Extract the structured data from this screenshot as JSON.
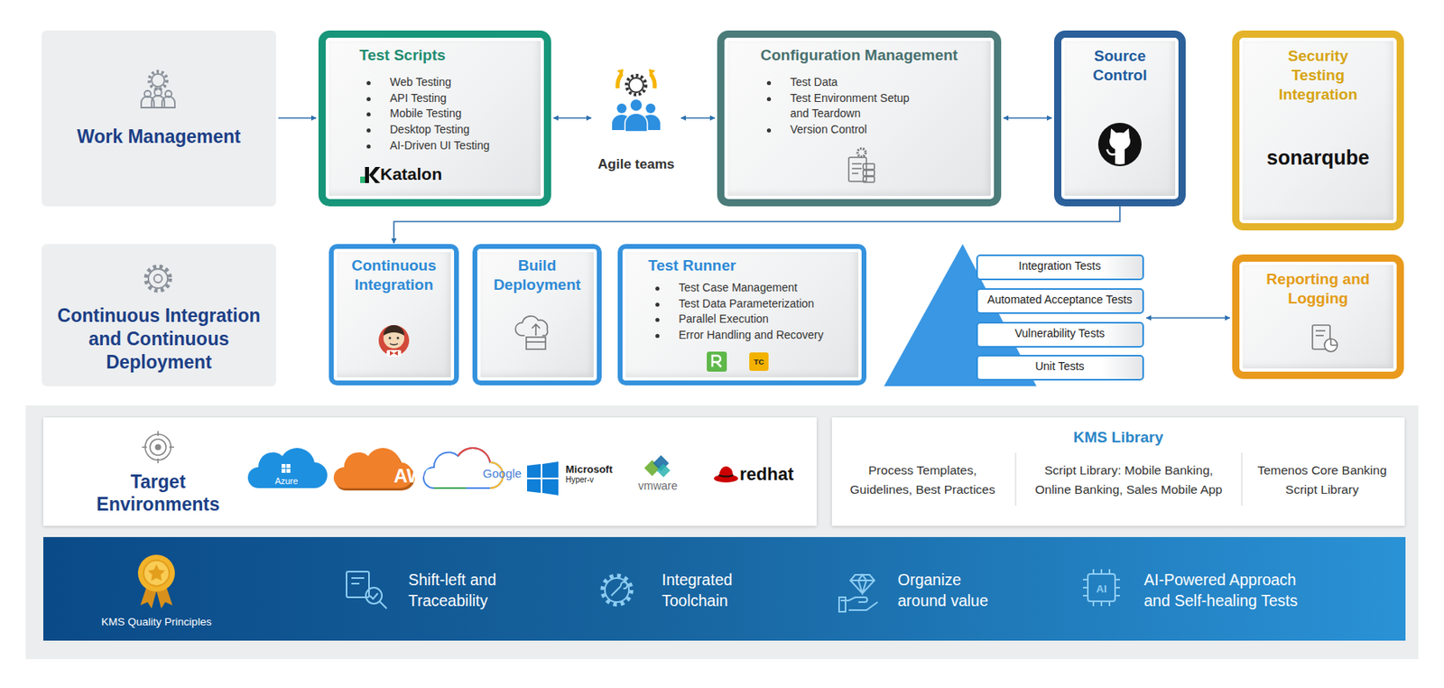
{
  "diagram": {
    "nodes": [
      {
        "text": [
          "Work Management"
        ]
      },
      {
        "text": [
          "Test Scripts",
          "Web Testing",
          "API Testing",
          "Mobile Testing",
          "Desktop Testing",
          "AI-Driven UI Testing",
          "Katalon"
        ]
      },
      {
        "text": [
          "Agile teams"
        ]
      },
      {
        "text": [
          "Configuration Management",
          "Test Data",
          "Test Environment Setup and Teardown",
          "Version Control"
        ]
      },
      {
        "text": [
          "Source Control"
        ]
      },
      {
        "text": [
          "Security Testing Integration",
          "sonarqube"
        ]
      },
      {
        "text": [
          "Continuous Integration and Continuous Deployment"
        ]
      },
      {
        "text": [
          "Continuous Integration"
        ]
      },
      {
        "text": [
          "Build Deployment"
        ]
      },
      {
        "text": [
          "Test Runner",
          "Test Case Management",
          "Test Data Parameterization",
          "Parallel Execution",
          "Error Handling and Recovery",
          "TC"
        ]
      },
      {
        "text": []
      },
      {
        "text": [
          "Integration Tests"
        ],
        "in": 10
      },
      {
        "text": [
          "Automated Acceptance Tests"
        ],
        "in": 10
      },
      {
        "text": [
          "Vulnerability Tests"
        ],
        "in": 10
      },
      {
        "text": [
          "Unit Tests"
        ],
        "in": 10
      },
      {
        "text": [
          "Reporting and Logging"
        ]
      },
      {
        "text": [
          "Target Environments",
          "Azure",
          "AWS",
          "Google",
          "Microsoft",
          "Hyper-v",
          "vmware",
          "redhat"
        ]
      },
      {
        "text": [
          "KMS Library",
          "Process Templates, Guidelines, Best Practices",
          "Script Library: Mobile Banking, Online Banking, Sales Mobile App",
          "Temenos Core Banking Script Library"
        ]
      },
      {
        "text": [
          "KMS Quality Principles",
          "Shift-left and Traceability",
          "Integrated Toolchain",
          "Organize around value",
          "AI-Powered Approach and Self-healing Tests"
        ]
      }
    ],
    "edges": [
      {
        "from": 0,
        "to": 1,
        "arrow": "to"
      },
      {
        "from": 1,
        "to": 2,
        "arrow": "both"
      },
      {
        "from": 2,
        "to": 3,
        "arrow": "both"
      },
      {
        "from": 3,
        "to": 4,
        "arrow": "both"
      },
      {
        "from": 4,
        "to": 7,
        "arrow": "to"
      },
      {
        "from": 10,
        "to": 15,
        "arrow": "both"
      }
    ],
    "labels": [
      "AI"
    ]
  }
}
